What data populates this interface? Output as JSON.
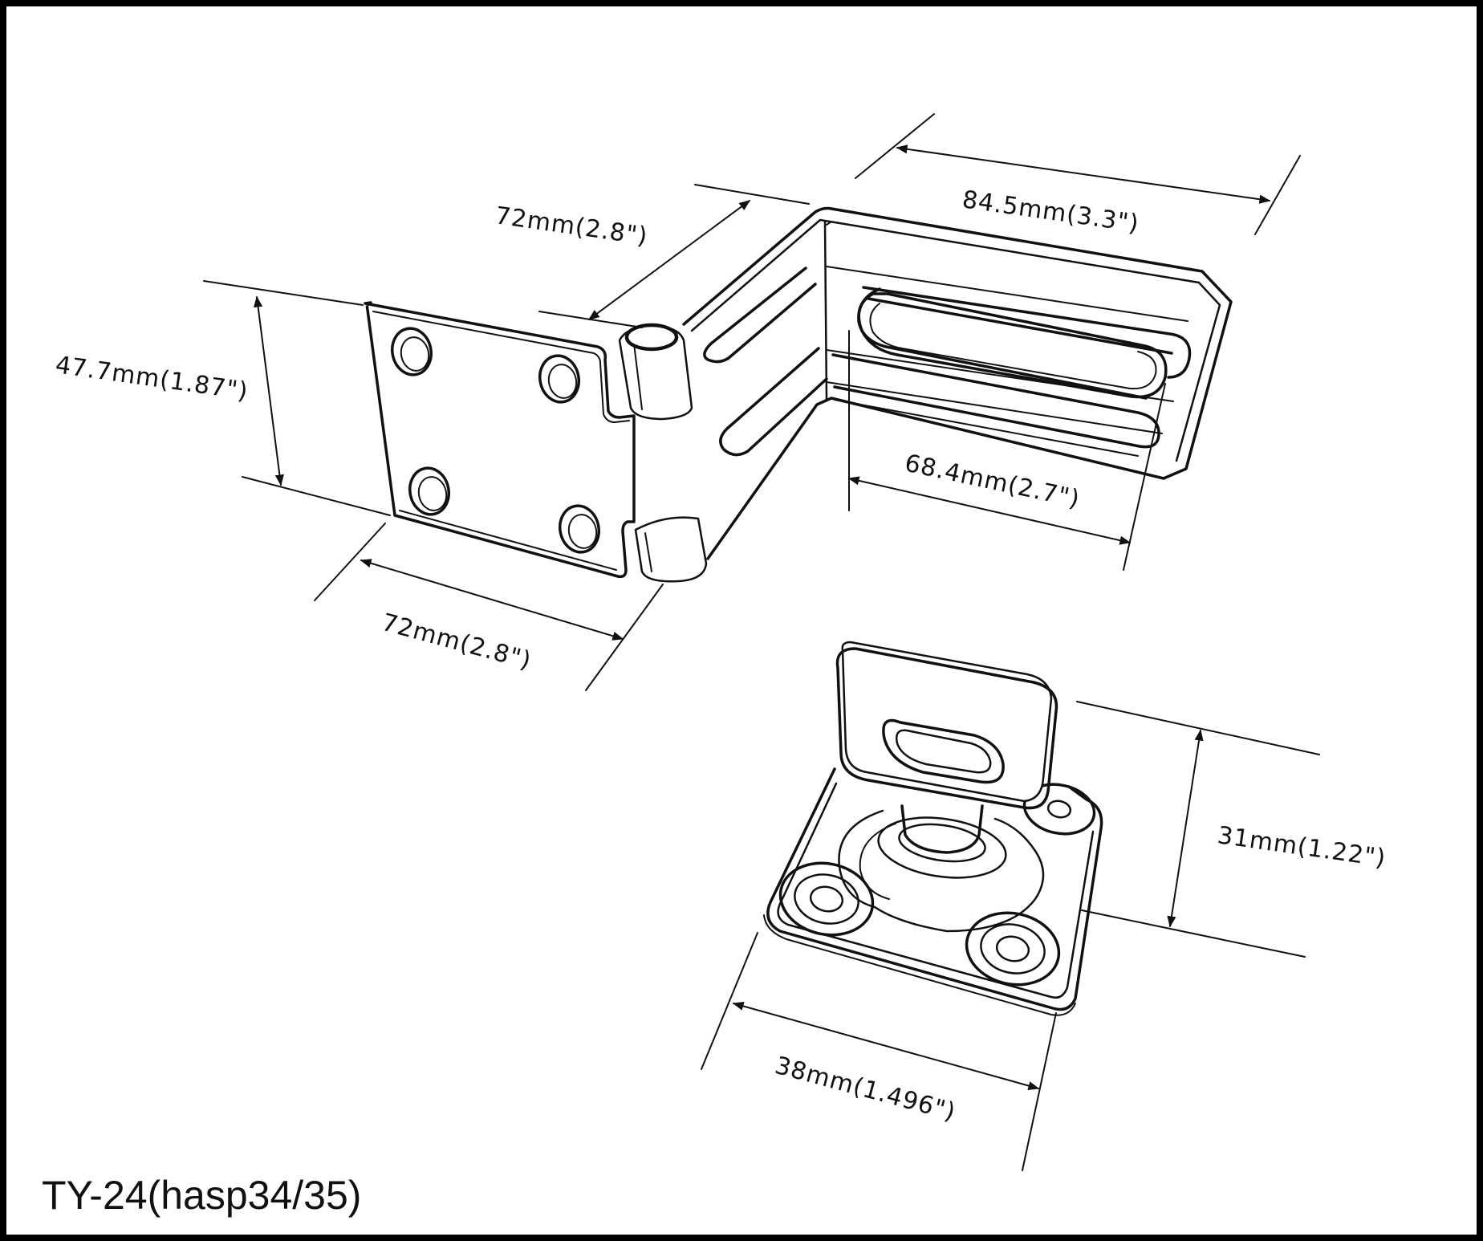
{
  "model": "TY-24(hasp34/35)",
  "dimensions": {
    "hasp_length_top": "72mm(2.8\")",
    "hasp_length_bottom": "72mm(2.8\")",
    "hasp_height": "47.7mm(1.87\")",
    "staple_plate_length": "84.5mm(3.3\")",
    "slot_length": "68.4mm(2.7\")",
    "staple_height": "31mm(1.22\")",
    "staple_base_width": "38mm(1.496\")"
  },
  "colors": {
    "line": "#111111",
    "background": "#ffffff",
    "frame": "#000000"
  },
  "icons": {
    "arrowhead": "filled-triangle"
  }
}
